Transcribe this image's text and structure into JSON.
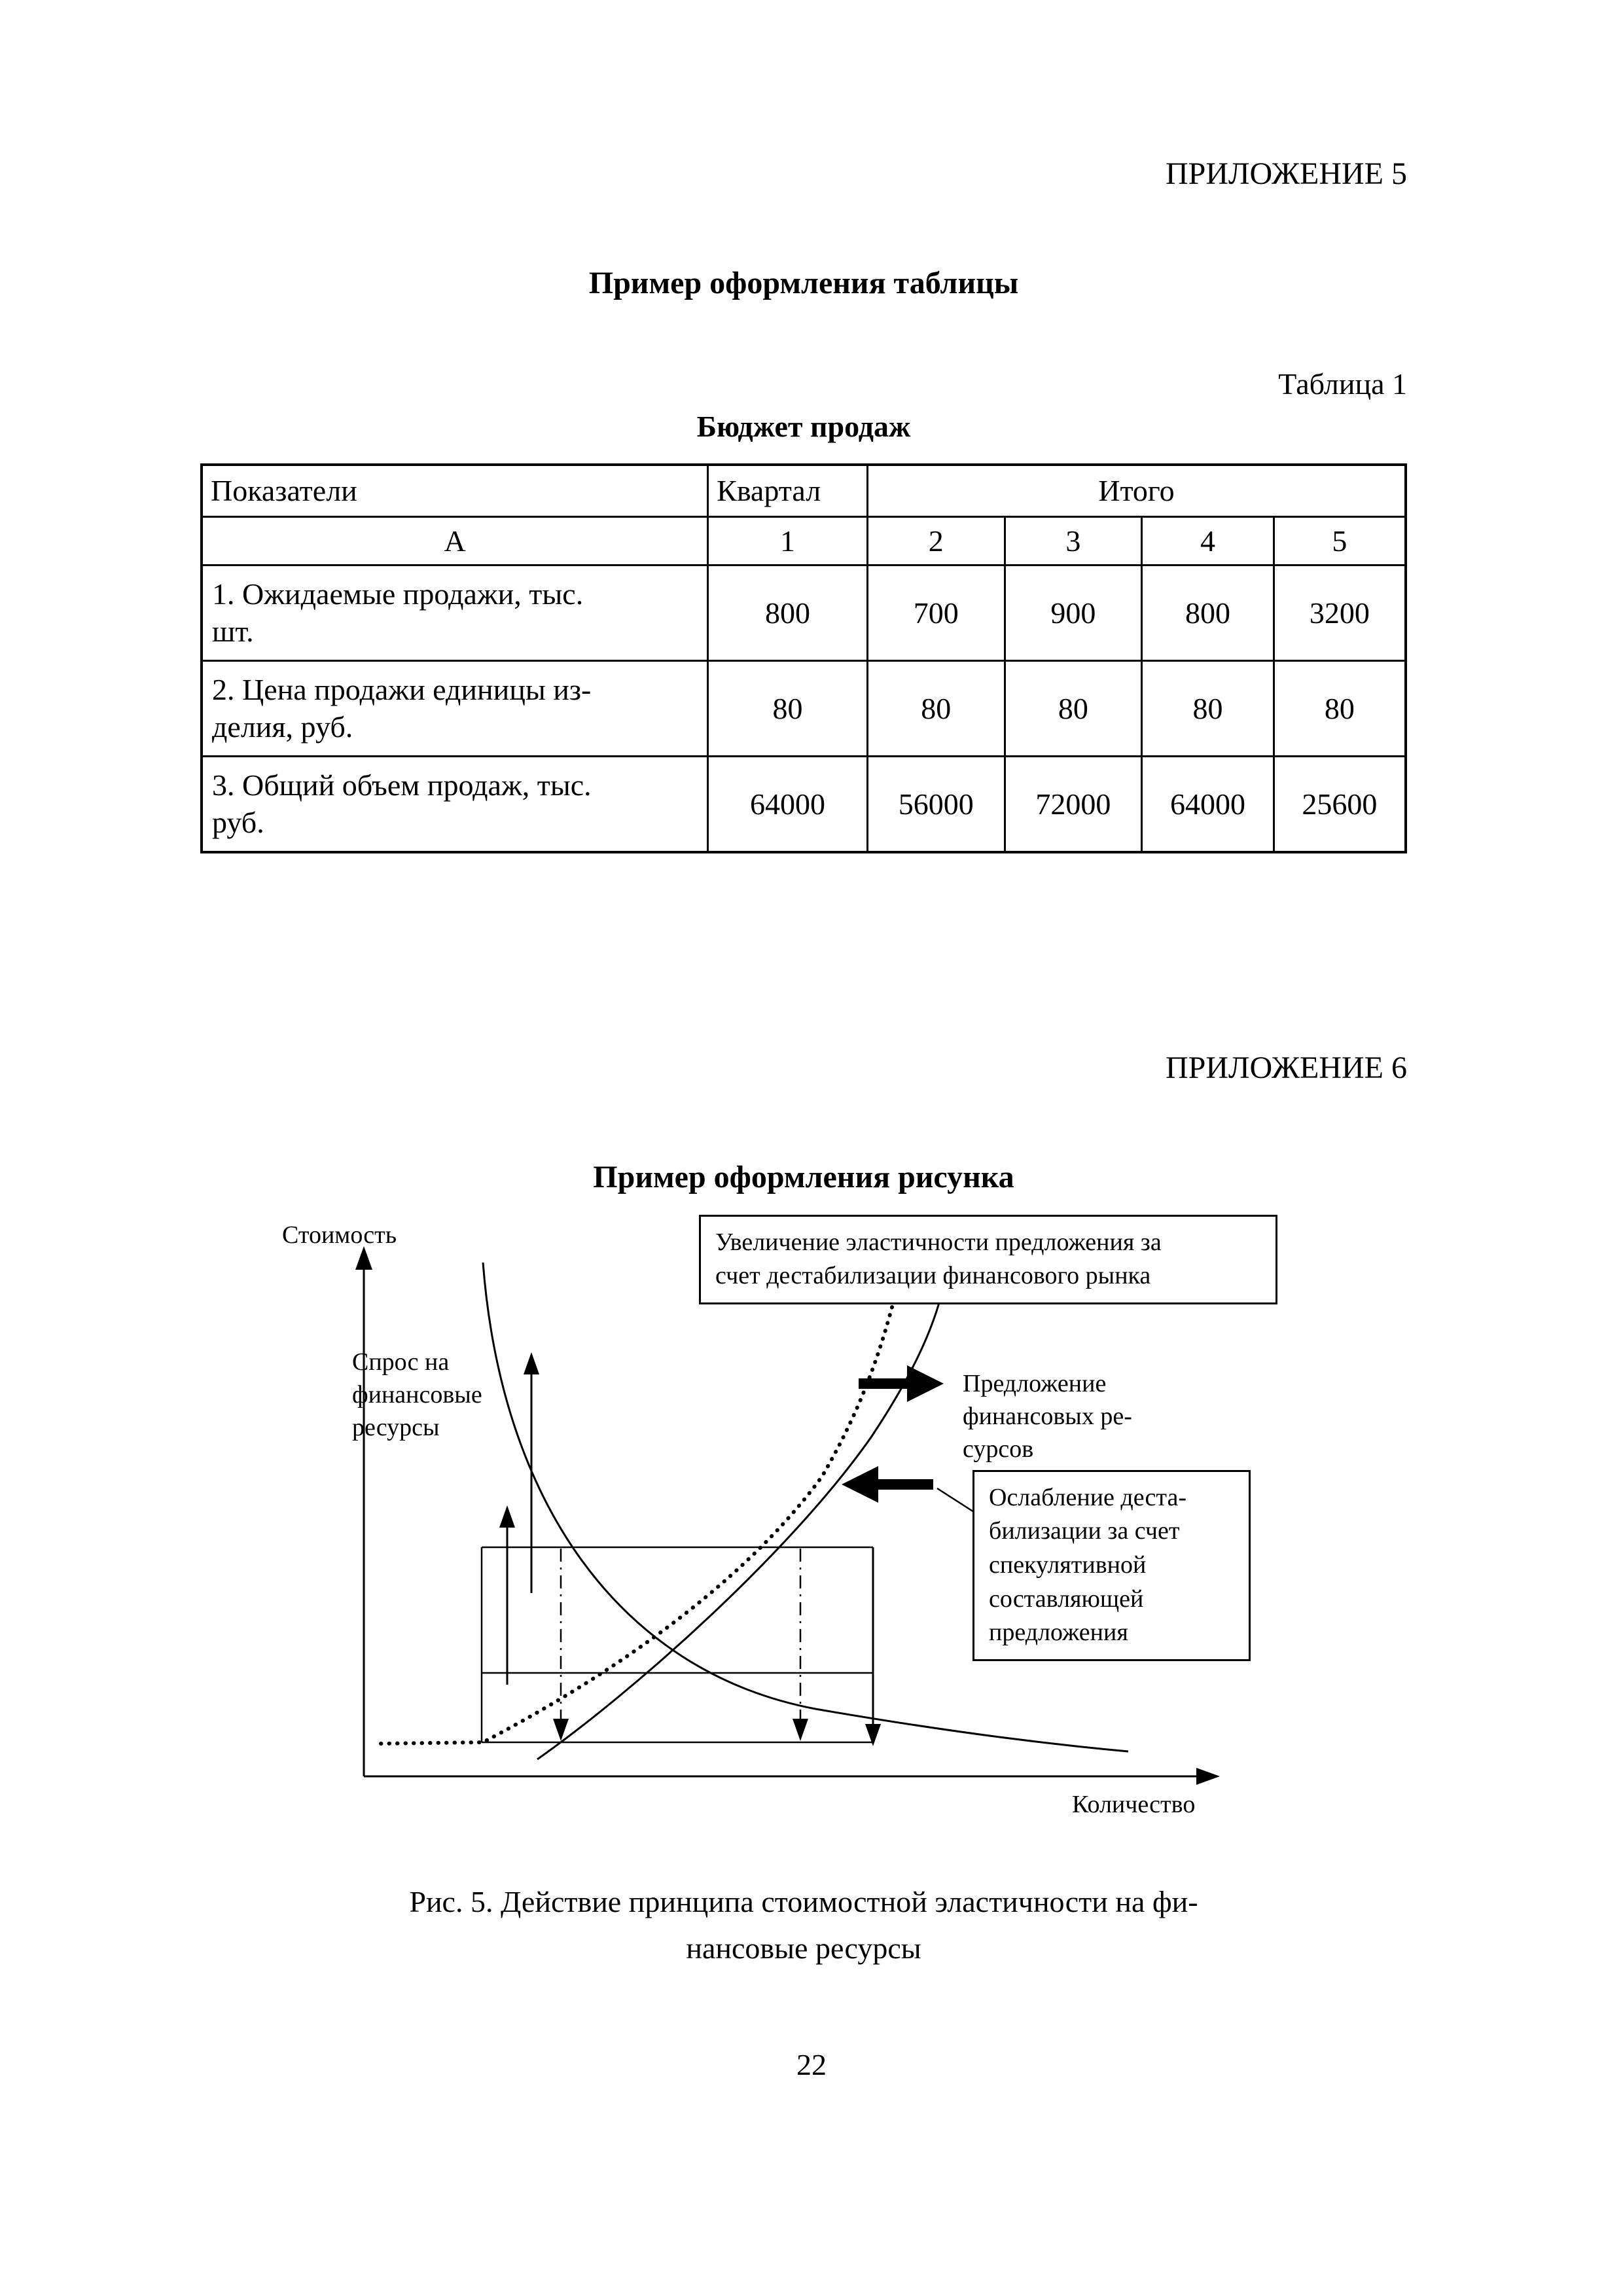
{
  "colors": {
    "ink": "#000000",
    "paper": "#ffffff"
  },
  "appendix5": {
    "label": "ПРИЛОЖЕНИЕ 5",
    "section_title": "Пример оформления таблицы"
  },
  "table_block": {
    "table_number": "Таблица 1",
    "table_title": "Бюджет продаж",
    "header_row1": [
      "Показатели",
      "Квартал",
      "Итого"
    ],
    "header_row2": [
      "А",
      "1",
      "2",
      "3",
      "4",
      "5"
    ],
    "rows": [
      {
        "label_line1": "1. Ожидаемые продажи, тыс.",
        "label_line2": "шт.",
        "values": [
          "800",
          "700",
          "900",
          "800",
          "3200"
        ]
      },
      {
        "label_line1": "2. Цена продажи единицы из-",
        "label_line2": "делия, руб.",
        "values": [
          "80",
          "80",
          "80",
          "80",
          "80"
        ]
      },
      {
        "label_line1": "3. Общий объем продаж, тыс.",
        "label_line2": "руб.",
        "values": [
          "64000",
          "56000",
          "72000",
          "64000",
          "25600"
        ]
      }
    ]
  },
  "appendix6": {
    "label": "ПРИЛОЖЕНИЕ 6",
    "section_title": "Пример оформления рисунка"
  },
  "figure": {
    "y_axis_label": "Стоимость",
    "x_axis_label": "Количество",
    "demand_label": [
      "Спрос на",
      "финансовые",
      "ресурсы"
    ],
    "supply_label": [
      "Предложение",
      "финансовых ре-",
      "сурсов"
    ],
    "callout_top": [
      "Увеличение эластичности предложения за",
      "счет дестабилизации финансового рынка"
    ],
    "callout_right": [
      "Ослабление деста-",
      "билизации за счет",
      "спекулятивной",
      "составляющей",
      "предложения"
    ],
    "caption_line1": "Рис. 5. Действие принципа стоимостной эластичности на фи-",
    "caption_line2": "нансовые ресурсы"
  },
  "footer": {
    "page_number": "22"
  }
}
